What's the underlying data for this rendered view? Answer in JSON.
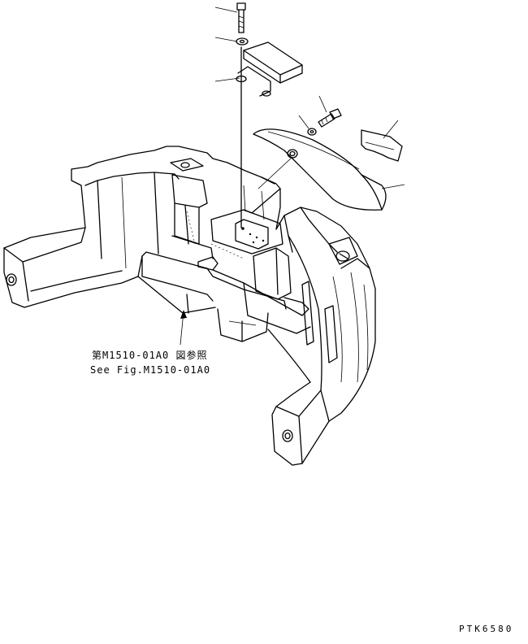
{
  "diagram": {
    "reference_jp": "第M1510-01A0 図参照",
    "reference_en": "See Fig.M1510-01A0",
    "drawing_code": "PTK6580"
  }
}
